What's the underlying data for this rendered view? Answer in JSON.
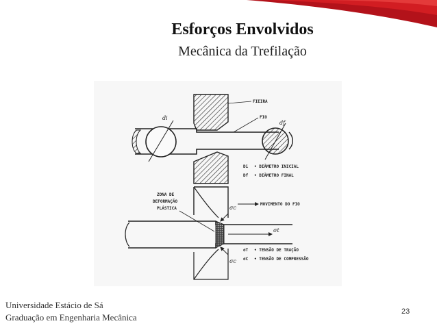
{
  "slide": {
    "title": "Esforços Envolvidos",
    "subtitle": "Mecânica da Trefilação",
    "footer_line1": "Universidade Estácio de Sá",
    "footer_line2": "Graduação em Engenharia Mecânica",
    "page_number": "23",
    "accent_color": "#c0161c"
  },
  "diagram": {
    "labels": {
      "fieira": "FIEIRA",
      "fio": "FIO",
      "d_inicial_sym": "Di",
      "d_inicial": "• DIÂMETRO INICIAL",
      "d_final_sym": "Df",
      "d_final": "• DIÂMETRO FINAL",
      "zona_1": "ZONA DE",
      "zona_2": "DEFORMAÇÃO",
      "zona_3": "PLÁSTICA",
      "movimento": "MOVIMENTO DO FIO",
      "sigma_t_sym": "σT",
      "tracao": "• TENSÃO DE TRAÇÃO",
      "sigma_c_sym": "σC",
      "compressao": "• TENSÃO DE COMPRESSÃO",
      "sigma_c_top": "σc",
      "sigma_t_arrow": "σt",
      "sigma_c_bottom": "σc",
      "di_mark": "di",
      "df_mark": "df"
    }
  }
}
